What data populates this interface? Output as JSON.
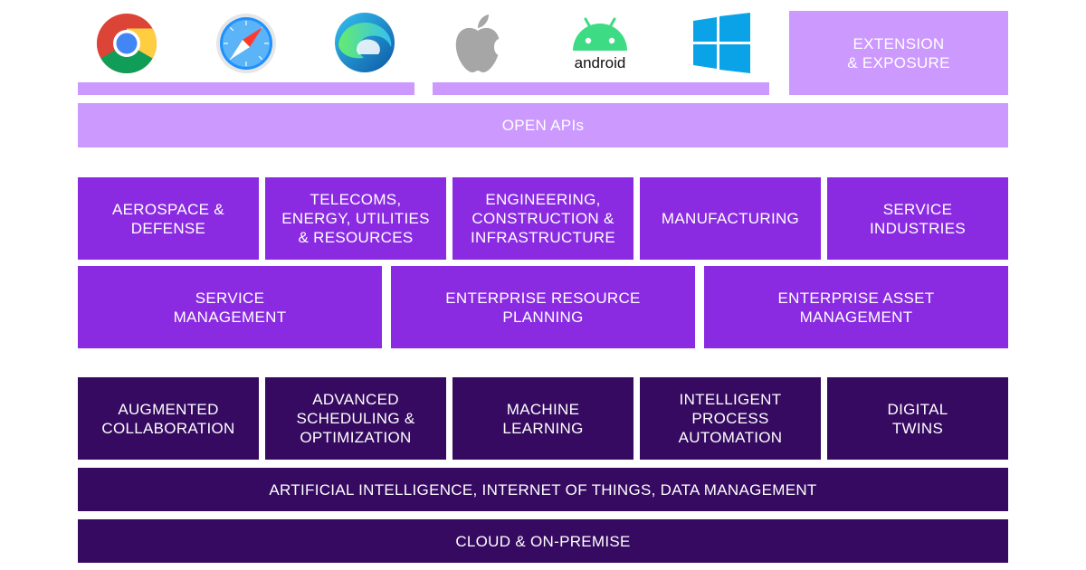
{
  "platforms": {
    "browsers": [
      "chrome-icon",
      "safari-icon",
      "edge-icon"
    ],
    "devices": [
      "apple-icon",
      "android-icon",
      "windows-icon"
    ],
    "android_wordmark": "android"
  },
  "extension": "EXTENSION\n& EXPOSURE",
  "open_apis": "OPEN APIs",
  "industries": [
    "AEROSPACE &\nDEFENSE",
    "TELECOMS,\nENERGY, UTILITIES\n& RESOURCES",
    "ENGINEERING,\nCONSTRUCTION &\nINFRASTRUCTURE",
    "MANUFACTURING",
    "SERVICE\nINDUSTRIES"
  ],
  "management": [
    "SERVICE\nMANAGEMENT",
    "ENTERPRISE RESOURCE\nPLANNING",
    "ENTERPRISE ASSET\nMANAGEMENT"
  ],
  "technologies": [
    "AUGMENTED\nCOLLABORATION",
    "ADVANCED\nSCHEDULING &\nOPTIMIZATION",
    "MACHINE\nLEARNING",
    "INTELLIGENT\nPROCESS\nAUTOMATION",
    "DIGITAL\nTWINS"
  ],
  "foundation": "ARTIFICIAL INTELLIGENCE, INTERNET OF THINGS, DATA MANAGEMENT",
  "deployment": "CLOUD & ON-PREMISE",
  "colors": {
    "light": "#cc99ff",
    "mid": "#8a2be2",
    "dark": "#350a60"
  }
}
